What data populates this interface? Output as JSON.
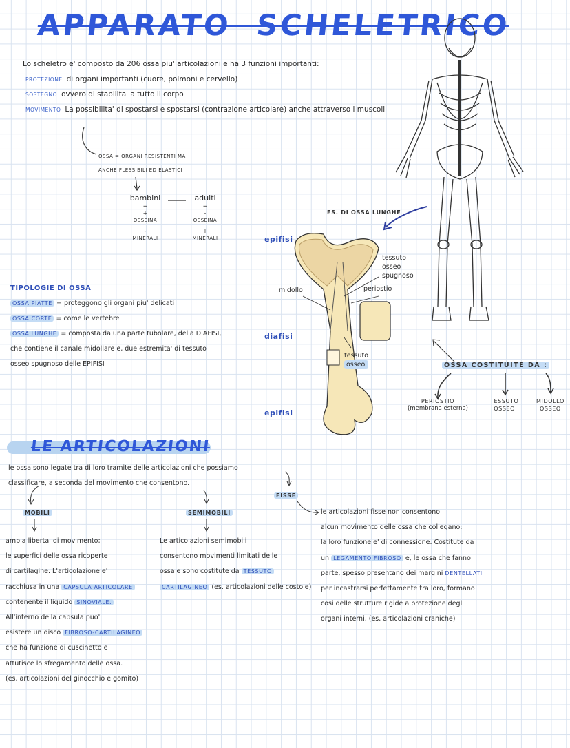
{
  "title": {
    "part1": "APPARATO",
    "part2": "SCHELETRICO"
  },
  "intro": {
    "sentence": "Lo scheletro e' composto da 206 ossa piu' articolazioni e ha 3 funzioni importanti:",
    "functions": [
      {
        "label": "PROTEZIONE",
        "text": "di organi importanti (cuore, polmoni e cervello)"
      },
      {
        "label": "SOSTEGNO",
        "text": "ovvero di stabilita' a tutto il corpo"
      },
      {
        "label": "MOVIMENTO",
        "text": "La possibilita' di spostarsi e spostarsi (contrazione articolare) anche attraverso i muscoli"
      }
    ]
  },
  "ossa_note": {
    "line1": "OSSA = ORGANI RESISTENTI MA",
    "line2": "ANCHE FLESSIBILI ED ELASTICI",
    "bambini": {
      "label": "bambini",
      "eq": "=",
      "osseina_sign": "+",
      "osseina": "OSSEINA",
      "minerali_sign": "-",
      "minerali": "MINERALI"
    },
    "adulti": {
      "label": "adulti",
      "eq": "=",
      "osseina_sign": "-",
      "osseina": "OSSEINA",
      "minerali_sign": "+",
      "minerali": "MINERALI"
    }
  },
  "tipologie": {
    "heading": "TIPOLOGIE DI OSSA",
    "lines": [
      [
        {
          "t": "OSSA PIATTE",
          "hl": true,
          "caps": true
        },
        {
          "t": " = proteggono gli organi piu' delicati"
        }
      ],
      [
        {
          "t": "OSSA CORTE",
          "hl": true,
          "caps": true
        },
        {
          "t": " = come le vertebre"
        }
      ],
      [
        {
          "t": "OSSA LUNGHE",
          "hl": true,
          "caps": true
        },
        {
          "t": " = composta da una parte tubolare, della DIAFISI,"
        }
      ],
      [
        {
          "t": "che contiene il canale midollare e, due estremita' di tessuto"
        }
      ],
      [
        {
          "t": "osseo spugnoso delle EPIFISI"
        }
      ]
    ]
  },
  "bone_diagram": {
    "example": "ES. DI OSSA LUNGHE",
    "epifisi_top": "epifisi",
    "diafisi": "diafisi",
    "epifisi_bottom": "epifisi",
    "midollo": "midollo",
    "tessuto_spugnoso": [
      "tessuto",
      "osseo",
      "spugnoso"
    ],
    "periostio": "periostio",
    "tessuto_osseo": [
      "tessuto",
      "osseo"
    ]
  },
  "composition": {
    "heading": "OSSA COSTITUITE DA :",
    "items": [
      {
        "line1": "PERIOSTIO",
        "line2": "(membrana esterna)"
      },
      {
        "line1": "TESSUTO",
        "line2": "OSSEO"
      },
      {
        "line1": "MIDOLLO",
        "line2": "OSSEO"
      }
    ]
  },
  "articolazioni": {
    "heading": "LE ARTICOLAZIONI",
    "intro": [
      "le ossa sono legate tra di loro tramite delle articolazioni che possiamo",
      "classificare, a seconda del movimento che consentono."
    ],
    "mobili": {
      "label": "MOBILI",
      "lines": [
        [
          {
            "t": "ampia liberta' di movimento;"
          }
        ],
        [
          {
            "t": "le superfici delle ossa ricoperte"
          }
        ],
        [
          {
            "t": "di cartilagine. L'articolazione e'"
          }
        ],
        [
          {
            "t": "racchiusa in una "
          },
          {
            "t": "CAPSULA ARTICOLARE",
            "hl": true,
            "caps": true
          }
        ],
        [
          {
            "t": "contenente il liquido "
          },
          {
            "t": "SINOVIALE.",
            "hl": true,
            "caps": true
          }
        ],
        [
          {
            "t": "All'interno della capsula puo'"
          }
        ],
        [
          {
            "t": "esistere un disco "
          },
          {
            "t": "FIBROSO-CARTILAGINEO",
            "hl": true,
            "caps": true
          }
        ],
        [
          {
            "t": "che ha funzione di cuscinetto e"
          }
        ],
        [
          {
            "t": "attutisce lo sfregamento delle ossa."
          }
        ],
        [
          {
            "t": "(es. articolazioni del ginocchio e gomito)"
          }
        ]
      ]
    },
    "semimobili": {
      "label": "SEMIMOBILI",
      "lines": [
        [
          {
            "t": "Le articolazioni semimobili"
          }
        ],
        [
          {
            "t": "consentono movimenti limitati delle"
          }
        ],
        [
          {
            "t": "ossa e sono costitute da "
          },
          {
            "t": "TESSUTO",
            "hl": true,
            "caps": true
          }
        ],
        [
          {
            "t": "CARTILAGINEO",
            "hl": true,
            "caps": true
          },
          {
            "t": " (es. articolazioni delle costole)"
          }
        ]
      ]
    },
    "fisse": {
      "label": "FISSE",
      "lines": [
        [
          {
            "t": "le articolazioni fisse non consentono"
          }
        ],
        [
          {
            "t": "alcun movimento delle ossa che collegano:"
          }
        ],
        [
          {
            "t": "la loro funzione e' di connessione. Costitute da"
          }
        ],
        [
          {
            "t": "un "
          },
          {
            "t": "LEGAMENTO FIBROSO",
            "hl": true,
            "caps": true
          },
          {
            "t": " e, le ossa che fanno"
          }
        ],
        [
          {
            "t": "parte, spesso presentano dei margini "
          },
          {
            "t": "DENTELLATI",
            "caps": true
          }
        ],
        [
          {
            "t": "per incastrarsi perfettamente tra loro, formano"
          }
        ],
        [
          {
            "t": "cosi delle strutture rigide a protezione degli"
          }
        ],
        [
          {
            "t": "organi interni. (es. articolazioni craniche)"
          }
        ]
      ]
    }
  },
  "colors": {
    "title": "#2f57d8",
    "highlight": "#c4dcf5",
    "bone": "#f6e7b8",
    "grid": "#d9e3f0"
  }
}
